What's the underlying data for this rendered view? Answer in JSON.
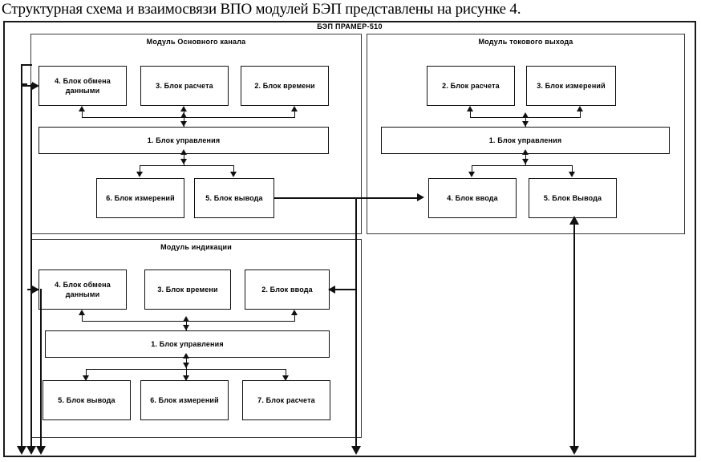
{
  "caption": "Структурная схема и взаимосвязи ВПО модулей БЭП представлены на рисунке 4.",
  "diagram": {
    "outer_title": "БЭП ПРАМЕР-510",
    "modules": [
      {
        "id": "main-channel",
        "title": "Модуль Основного канала",
        "blocks": [
          {
            "id": "main-data-exchange",
            "label": "4. Блок обмена данными"
          },
          {
            "id": "main-calculation",
            "label": "3. Блок расчета"
          },
          {
            "id": "main-time",
            "label": "2. Блок времени"
          },
          {
            "id": "main-control",
            "label": "1. Блок управления"
          },
          {
            "id": "main-measurement",
            "label": "6. Блок измерений"
          },
          {
            "id": "main-output",
            "label": "5. Блок вывода"
          }
        ]
      },
      {
        "id": "current-output",
        "title": "Модуль токового выхода",
        "blocks": [
          {
            "id": "cur-calculation",
            "label": "2. Блок расчета"
          },
          {
            "id": "cur-measurement",
            "label": "3. Блок измерений"
          },
          {
            "id": "cur-control",
            "label": "1. Блок управления"
          },
          {
            "id": "cur-input",
            "label": "4. Блок ввода"
          },
          {
            "id": "cur-output",
            "label": "5. Блок Выводa"
          }
        ]
      },
      {
        "id": "indication",
        "title": "Модуль индикации",
        "blocks": [
          {
            "id": "ind-data-exchange",
            "label": "4. Блок обмена данными"
          },
          {
            "id": "ind-time",
            "label": "3. Блок времени"
          },
          {
            "id": "ind-input",
            "label": "2. Блок ввода"
          },
          {
            "id": "ind-control",
            "label": "1. Блок управления"
          },
          {
            "id": "ind-output",
            "label": "5. Блок вывода"
          },
          {
            "id": "ind-measurement",
            "label": "6. Блок измерений"
          },
          {
            "id": "ind-calculation",
            "label": "7. Блок расчета"
          }
        ]
      }
    ],
    "colors": {
      "line": "#111111",
      "module_border": "#3a3a3a",
      "outer_border": "#1a1a1a",
      "background": "#ffffff"
    }
  }
}
